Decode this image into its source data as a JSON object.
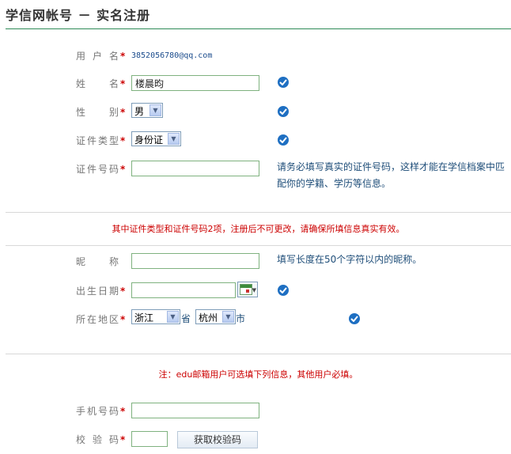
{
  "header": {
    "title": "学信网帐号 － 实名注册"
  },
  "form": {
    "username": {
      "label": "用户名",
      "value": "3852056780@qq.com"
    },
    "name": {
      "label": "姓名",
      "value": "楼晨昀"
    },
    "gender": {
      "label": "性别",
      "selected": "男"
    },
    "id_type": {
      "label": "证件类型",
      "selected": "身份证"
    },
    "id_number": {
      "label": "证件号码",
      "value": "",
      "hint_line1": "请务必填写真实的证件号码，这样才能在学信档案中匹",
      "hint_line2": "配你的学籍、学历等信息。"
    },
    "notice1": "其中证件类型和证件号码2项，注册后不可更改，请确保所填信息真实有效。",
    "nickname": {
      "label": "昵称",
      "value": "",
      "hint": "填写长度在50个字符以内的昵称。"
    },
    "birthdate": {
      "label": "出生日期",
      "value": ""
    },
    "region": {
      "label": "所在地区",
      "province": "浙江",
      "province_unit": "省",
      "city": "杭州",
      "city_unit": "市"
    },
    "notice2": "注：edu邮箱用户可选填下列信息，其他用户必填。",
    "phone": {
      "label": "手机号码",
      "value": ""
    },
    "verify": {
      "label": "校验码",
      "value": "",
      "button_label": "获取校验码"
    },
    "required_mark": "*"
  },
  "colors": {
    "accent": "#2e8b57",
    "required": "#cc0000",
    "hint": "#1f4e79",
    "check": "#1e6fc2"
  }
}
